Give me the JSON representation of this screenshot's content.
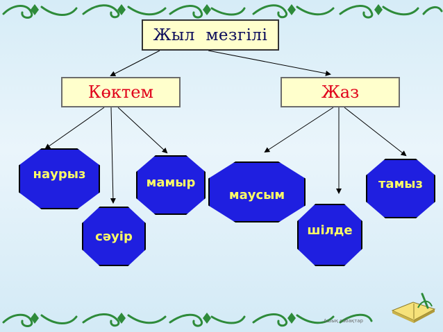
{
  "root": {
    "label": "Жыл  мезгілі"
  },
  "seasons": [
    {
      "label": "Көктем",
      "months": [
        "наурыз",
        "сәуір",
        "мамыр"
      ]
    },
    {
      "label": "Жаз",
      "months": [
        "маусым",
        "шілде",
        "тамыз"
      ]
    }
  ],
  "footer": {
    "note": "Ашық сабақтар"
  },
  "colors": {
    "box_fill": "#ffffcc",
    "root_text": "#0a0a5a",
    "season_text": "#e0001a",
    "month_fill": "#1f1fe0",
    "month_text": "#ffff66",
    "border_ornament": "#2e8b3a",
    "background": "#d6ecf7"
  },
  "icons": [
    "ornamental-border",
    "book-icon"
  ]
}
